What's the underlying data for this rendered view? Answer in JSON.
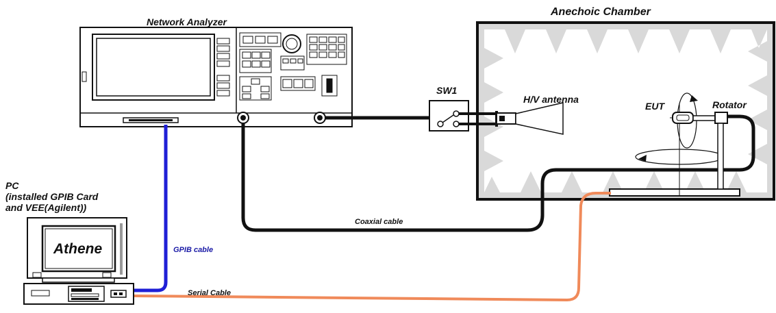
{
  "labels": {
    "network_analyzer": "Network Analyzer",
    "anechoic_chamber": "Anechoic Chamber",
    "sw1": "SW1",
    "hv_antenna": "H/V antenna",
    "eut": "EUT",
    "rotator": "Rotator",
    "pc_line1": "PC",
    "pc_line2": "(installed GPIB Card",
    "pc_line3": "and VEE(Agilent))",
    "pc_screen": "Athene",
    "coaxial_cable": "Coaxial cable",
    "gpib_cable": "GPIB cable",
    "serial_cable": "Serial Cable"
  },
  "colors": {
    "gpib_cable": "#1f1fd6",
    "serial_cable": "#f08a5a",
    "coax_cable": "#111111",
    "chamber_fill": "#d9d9d9"
  }
}
